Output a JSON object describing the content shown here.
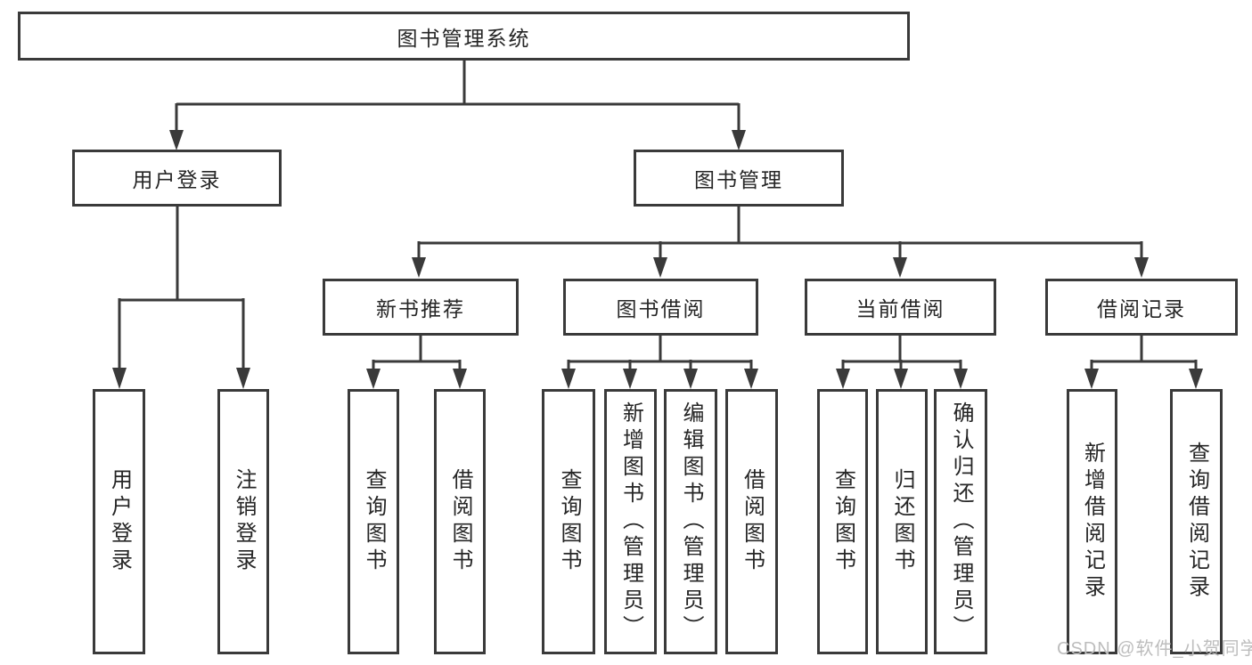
{
  "diagram_type": "hierarchy-tree",
  "colors": {
    "background": "#ffffff",
    "line": "#3a3a3a",
    "border": "#3a3a3a",
    "text": "#262626",
    "watermark": "#bdbdbd"
  },
  "tree": {
    "label": "图书管理系统",
    "children": [
      {
        "label": "用户登录",
        "children": [
          {
            "label": "用户登录"
          },
          {
            "label": "注销登录"
          }
        ]
      },
      {
        "label": "图书管理",
        "children": [
          {
            "label": "新书推荐",
            "children": [
              {
                "label": "查询图书"
              },
              {
                "label": "借阅图书"
              }
            ]
          },
          {
            "label": "图书借阅",
            "children": [
              {
                "label": "查询图书"
              },
              {
                "label": "新增图书（管理员）"
              },
              {
                "label": "编辑图书（管理员）"
              },
              {
                "label": "借阅图书"
              }
            ]
          },
          {
            "label": "当前借阅",
            "children": [
              {
                "label": "查询图书"
              },
              {
                "label": "归还图书"
              },
              {
                "label": "确认归还（管理员）"
              }
            ]
          },
          {
            "label": "借阅记录",
            "children": [
              {
                "label": "新增借阅记录"
              },
              {
                "label": "查询借阅记录"
              }
            ]
          }
        ]
      }
    ]
  },
  "watermark": {
    "text": "CSDN @软件_小贺同学"
  }
}
